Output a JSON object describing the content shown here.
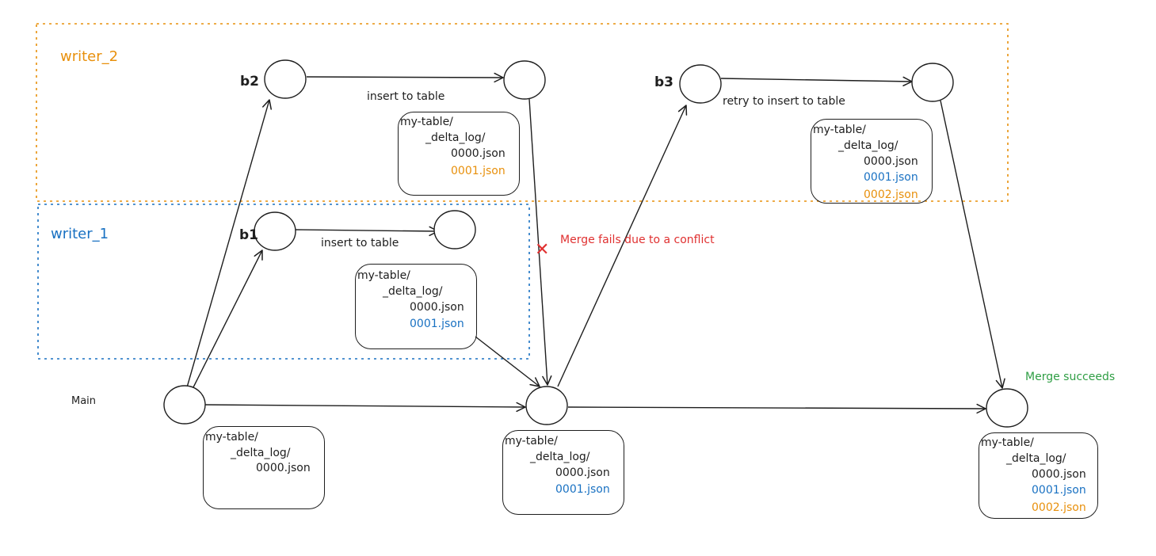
{
  "colors": {
    "ink": "#1e1e1e",
    "writer_2": "#e8900c",
    "writer_1": "#1971c2",
    "conflict": "#e03131",
    "success": "#2f9e44"
  },
  "labels": {
    "writer_2": "writer_2",
    "writer_1": "writer_1",
    "main": "Main",
    "b1": "b1",
    "b2": "b2",
    "b3": "b3",
    "insert_b2": "insert to table",
    "insert_b1": "insert to table",
    "retry_b3": "retry to insert to table",
    "merge_fail": "Merge fails due to a conflict",
    "merge_success": "Merge succeeds",
    "conflict_mark": "✕"
  },
  "file_lists": {
    "main_start": [
      "my-table/",
      "_delta_log/",
      "0000.json"
    ],
    "writer_2_commit": [
      "my-table/",
      "_delta_log/",
      "0000.json",
      "0001.json"
    ],
    "writer_1_commit": [
      "my-table/",
      "_delta_log/",
      "0000.json",
      "0001.json"
    ],
    "main_after_merge": [
      "my-table/",
      "_delta_log/",
      "0000.json",
      "0001.json"
    ],
    "writer_2_retry": [
      "my-table/",
      "_delta_log/",
      "0000.json",
      "0001.json",
      "0002.json"
    ],
    "main_final": [
      "my-table/",
      "_delta_log/",
      "0000.json",
      "0001.json",
      "0002.json"
    ]
  }
}
